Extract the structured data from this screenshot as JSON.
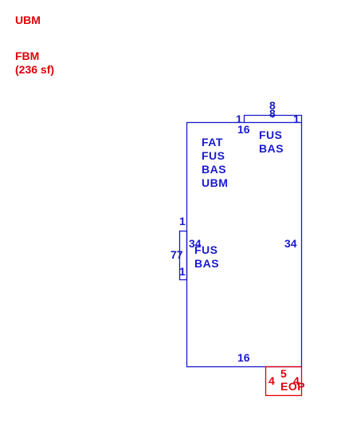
{
  "legend": {
    "ubm": "UBM",
    "fbm": "FBM",
    "fbm_area": "(236 sf)"
  },
  "areas": {
    "main_lines": [
      "FAT",
      "FUS",
      "BAS",
      "UBM"
    ],
    "top_right_lines": [
      "FUS",
      "BAS"
    ],
    "left_lines": [
      "FUS",
      "BAS"
    ],
    "porch": "EOP"
  },
  "dimensions": {
    "top_a": "8",
    "top_b": "8",
    "top_left_1": "1",
    "top_right_1": "1",
    "top_16": "16",
    "left_1_top": "1",
    "left_34": "34",
    "left_77": "77",
    "left_1_bottom": "1",
    "right_34": "34",
    "bottom_16": "16",
    "porch_top": "5",
    "porch_left": "4",
    "porch_right": "4"
  },
  "colors": {
    "sketch_line": "#1a1acd",
    "label_text": "#e0000a",
    "porch_line": "#e0000a"
  }
}
